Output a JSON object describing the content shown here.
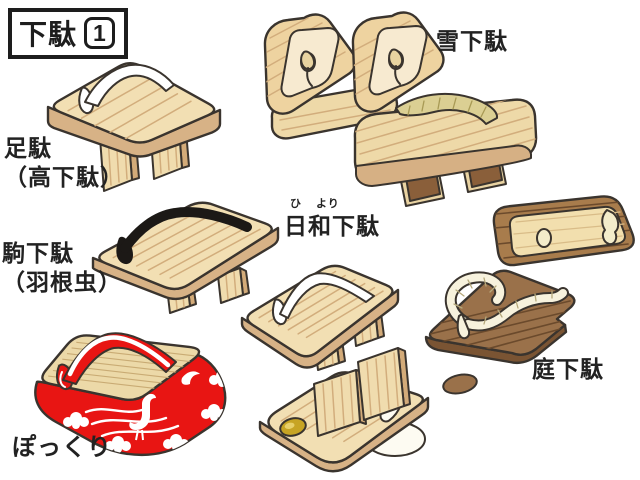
{
  "title": {
    "text": "下駄",
    "number": "1"
  },
  "labels": {
    "ashida": {
      "line1": "足駄",
      "line2": "（高下駄）"
    },
    "yukigeta": {
      "text": "雪下駄"
    },
    "komageta": {
      "line1": "駒下駄",
      "line2": "（羽根虫）"
    },
    "hiyori": {
      "furigana_hi": "ひ",
      "furigana_yori": "より",
      "text": "日和下駄"
    },
    "niwageta": {
      "text": "庭下駄"
    },
    "pokkuri": {
      "text": "ぽっくり"
    }
  },
  "colors": {
    "outline": "#3a342e",
    "wood_light": "#f2dfb3",
    "wood_grain": "#d2ad7c",
    "wood_edge": "#d6b084",
    "dark_wood": "#9a714a",
    "dark_wood_grain": "#6b4a2c",
    "rim_brown": "#a87c4c",
    "cream": "#f6eecd",
    "straw": "#dbcf93",
    "red": "#e81513",
    "gold": "#c7a424",
    "strap_black": "#1c1916",
    "strap_white": "#ffffff"
  }
}
